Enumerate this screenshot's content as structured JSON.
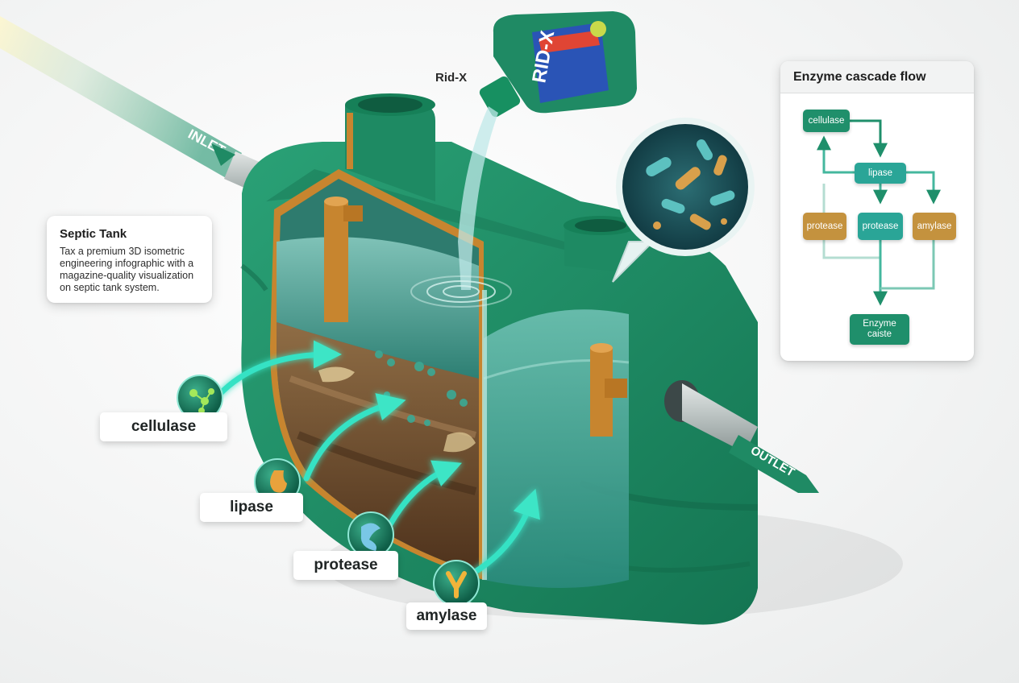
{
  "info_card": {
    "title": "Septic Tank",
    "body": "Tax a premium 3D isometric engineering infographic with a magazine-quality visualization on septic tank system."
  },
  "labels": {
    "inlet": "INLET",
    "outlet": "OUTLET",
    "brand": "Rid-X",
    "bottle": "RID-X"
  },
  "enzymes": [
    {
      "name": "cellulase",
      "icon": "molecule-icon"
    },
    {
      "name": "lipase",
      "icon": "stomach-icon"
    },
    {
      "name": "protease",
      "icon": "protein-icon"
    },
    {
      "name": "amylase",
      "icon": "starch-icon"
    }
  ],
  "flow_panel": {
    "title": "Enzyme cascade flow",
    "nodes": {
      "cellulase": "cellulase",
      "lipase": "lipase",
      "protease_left": "protease",
      "protease_mid": "protease",
      "amylase": "amylase",
      "result": "Enzyme caiste"
    }
  },
  "colors": {
    "tank_green": "#1f8a64",
    "tank_dark": "#126647",
    "water": "#3c9e93",
    "sludge": "#6b4a2a",
    "pipe_orange": "#c7852f",
    "arrow_glow": "#36e2c4",
    "node_green": "#1f8f6b",
    "node_teal": "#2aa597",
    "node_gold": "#c4923e"
  }
}
